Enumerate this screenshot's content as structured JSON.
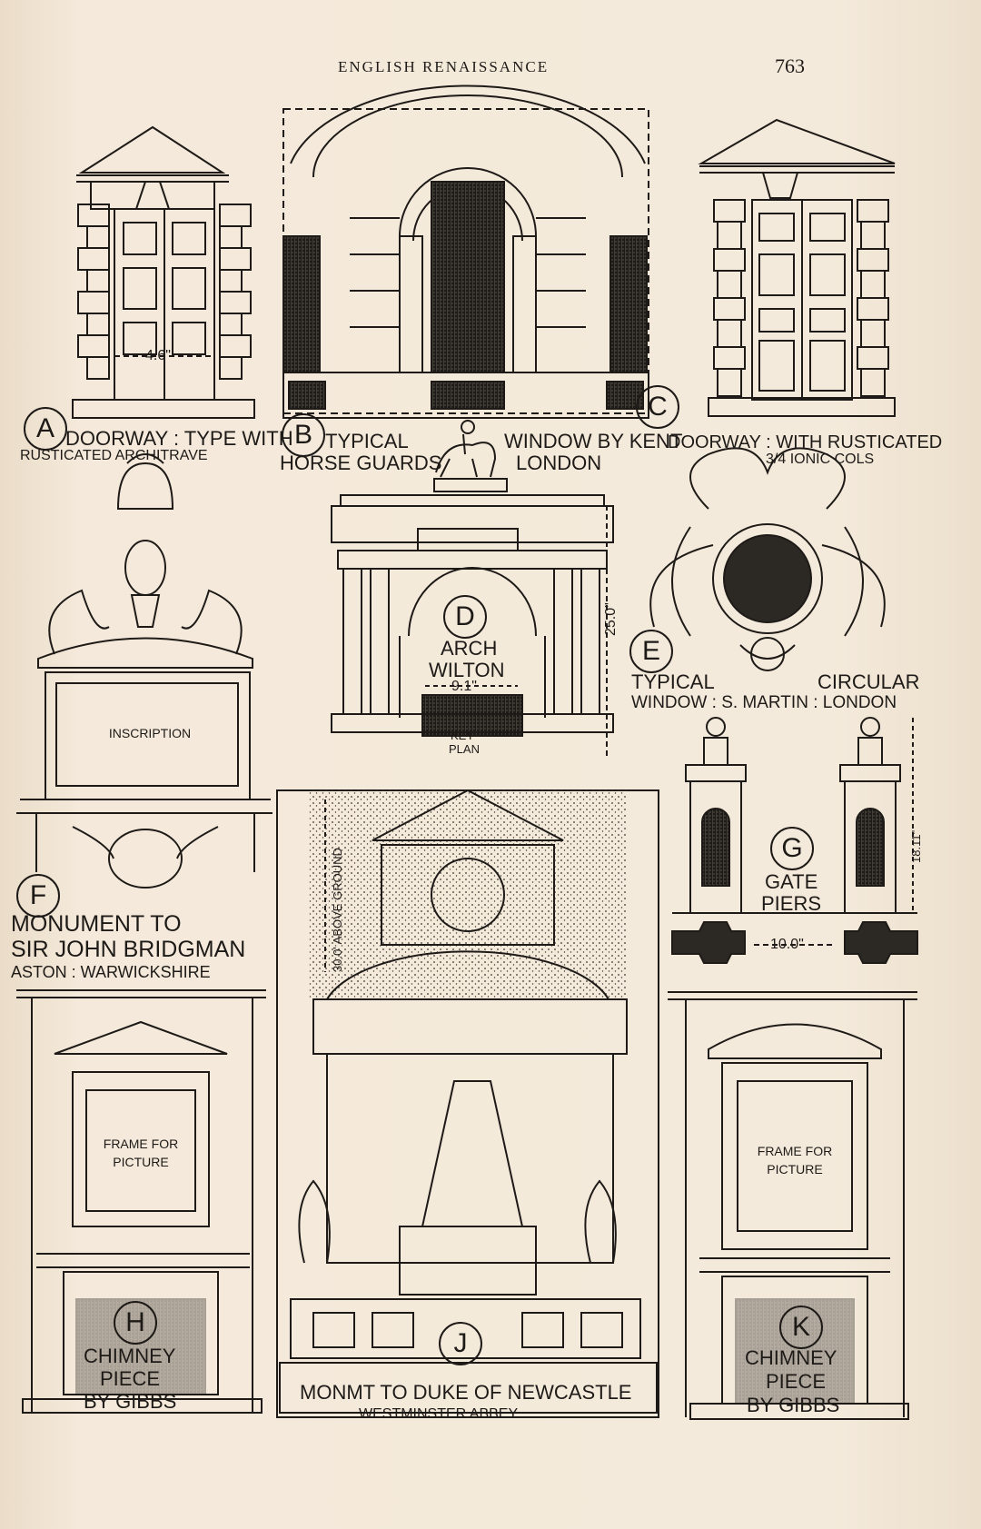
{
  "header": {
    "title": "ENGLISH RENAISSANCE",
    "page_number": "763"
  },
  "A": {
    "letter": "A",
    "line1": "DOORWAY : TYPE WITH",
    "line2": "RUSTICATED   ARCHITRAVE",
    "dim": "4.6\""
  },
  "B": {
    "letter": "B",
    "line1": "TYPICAL",
    "line1b": "WINDOW BY KENT",
    "line2": "HORSE GUARDS",
    "line2b": "LONDON"
  },
  "C": {
    "letter": "C",
    "line1": "DOORWAY : WITH RUSTICATED",
    "line2": "3/4 IONIC COLS"
  },
  "D": {
    "letter": "D",
    "line1": "ARCH",
    "line2": "WILTON",
    "dim_w": "9.1\"",
    "dim_h": "25.0\"",
    "key1": "KEY",
    "key2": "PLAN"
  },
  "E": {
    "letter": "E",
    "line1": "TYPICAL",
    "line1b": "CIRCULAR",
    "line2": "WINDOW : S. MARTIN : LONDON"
  },
  "F": {
    "letter": "F",
    "inscription": "INSCRIPTION",
    "line1": "MONUMENT TO",
    "line2": "SIR JOHN BRIDGMAN",
    "line3": "ASTON : WARWICKSHIRE"
  },
  "G": {
    "letter": "G",
    "line1": "GATE",
    "line2": "PIERS",
    "dim_w": "10.0\"",
    "dim_h": "18.11\""
  },
  "H": {
    "letter": "H",
    "frame1": "FRAME FOR",
    "frame2": "PICTURE",
    "line1": "CHIMNEY",
    "line2": "PIECE",
    "line3": "BY GIBBS"
  },
  "J": {
    "letter": "J",
    "dim": "30.0' ABOVE GROUND",
    "line1": "MONMT TO DUKE OF NEWCASTLE",
    "line2": "WESTMINSTER ABBEY"
  },
  "K": {
    "letter": "K",
    "frame1": "FRAME FOR",
    "frame2": "PICTURE",
    "line1": "CHIMNEY",
    "line2": "PIECE",
    "line3": "BY GIBBS"
  }
}
